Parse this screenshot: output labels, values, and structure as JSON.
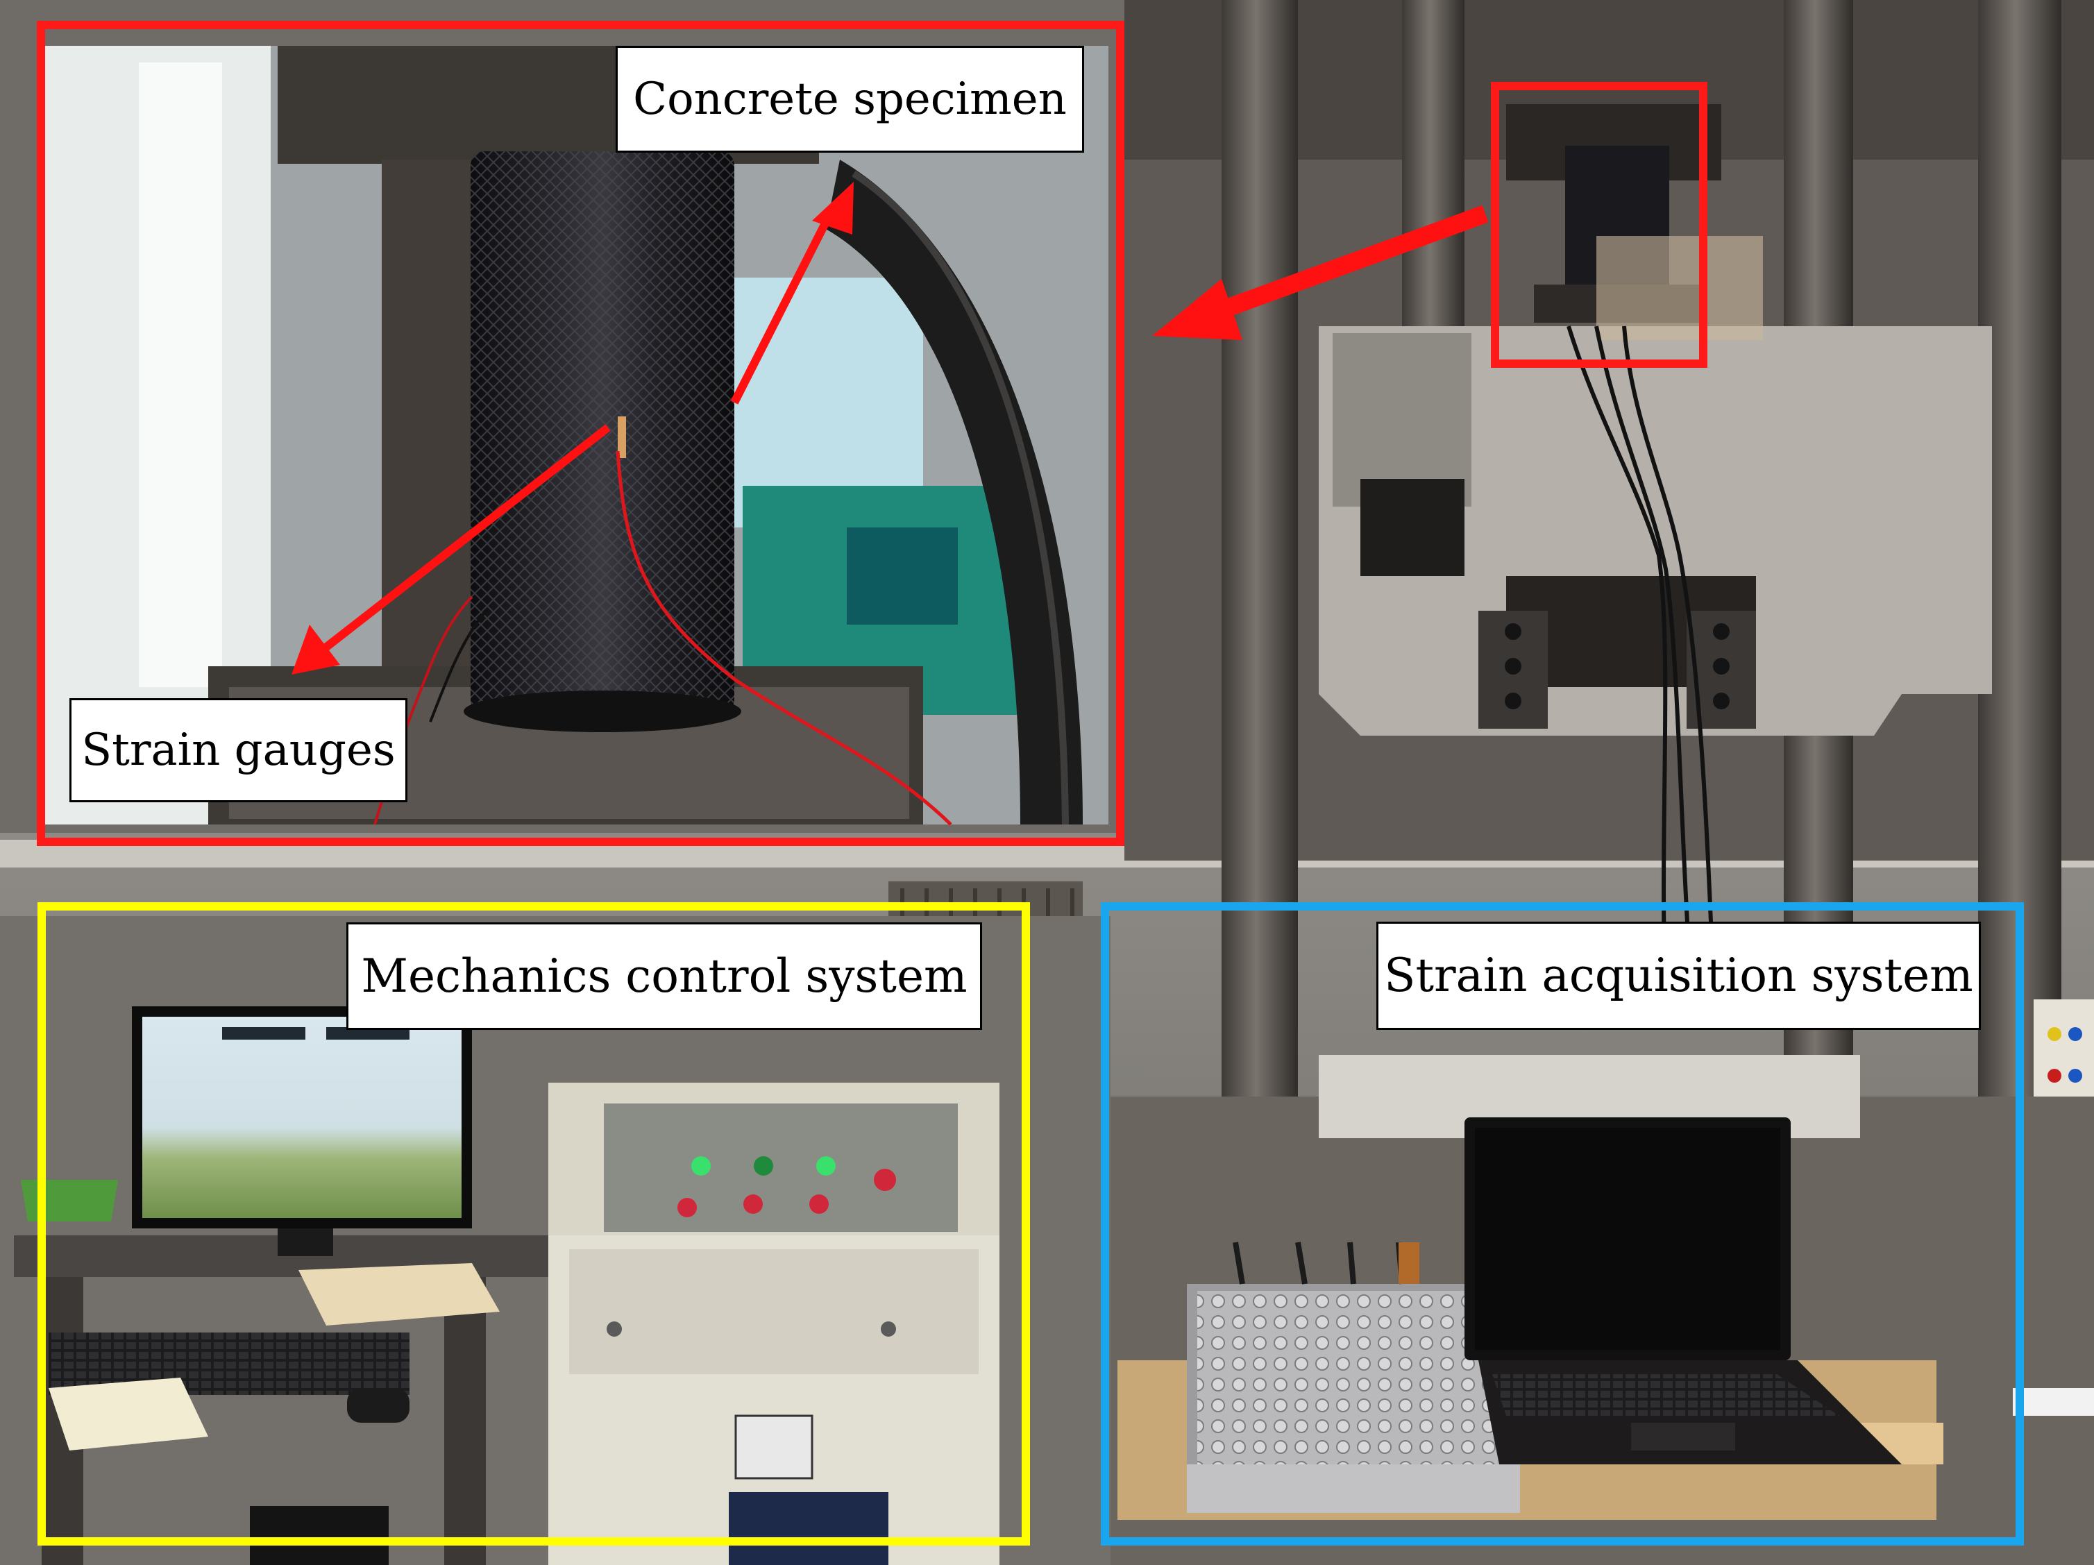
{
  "labels": {
    "concrete_specimen": "Concrete specimen",
    "strain_gauges": "Strain gauges",
    "mechanics_control_system": "Mechanics control system",
    "strain_acquisition_system": "Strain acquisition system"
  },
  "colors": {
    "specimen_frame": "#ff1a1a",
    "control_frame": "#ffff00",
    "acquisition_frame": "#1aa6ee",
    "arrow": "#ff1111"
  }
}
